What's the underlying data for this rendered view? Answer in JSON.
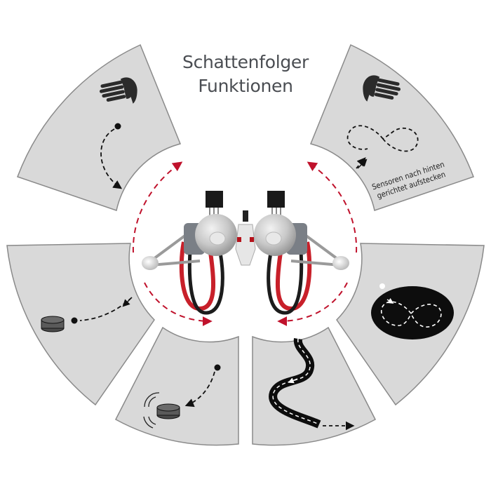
{
  "title": {
    "line1": "Schattenfolger",
    "line2": "Funktionen"
  },
  "panels": [
    {
      "id": "top-left",
      "icon": "hand-icon",
      "path": "dot-curve-arrow",
      "description": "Hand shadow, robot follows curved path"
    },
    {
      "id": "top-right",
      "icon": "hand-icon",
      "path": "figure-eight-arrow",
      "note_line1": "Sensoren nach hinten",
      "note_line2": "gerichtet aufstecken"
    },
    {
      "id": "middle-left",
      "icon": "puck-icon",
      "path": "dot-to-puck-arrow"
    },
    {
      "id": "middle-right",
      "icon": "black-oval-figure-eight",
      "path": "white-dashed-figure-eight"
    },
    {
      "id": "bottom-left",
      "icon": "vibrating-puck-icon",
      "path": "dot-curve-to-puck-arrow"
    },
    {
      "id": "bottom-right",
      "icon": "road-track-icon",
      "path": "road-follow-arrow"
    }
  ],
  "center": {
    "label": "shadow-follower-robot",
    "rotation_arrows_color": "#c0122c"
  },
  "colors": {
    "panel_fill": "#d9d9d9",
    "panel_stroke": "#8a8a8a",
    "icon_dark": "#2b2b2b",
    "title_text": "#4a4d52",
    "accent_red": "#c0122c",
    "wire_red": "#c8202a",
    "wire_black": "#1c1c1c",
    "robot_grey": "#c9c9c9"
  }
}
